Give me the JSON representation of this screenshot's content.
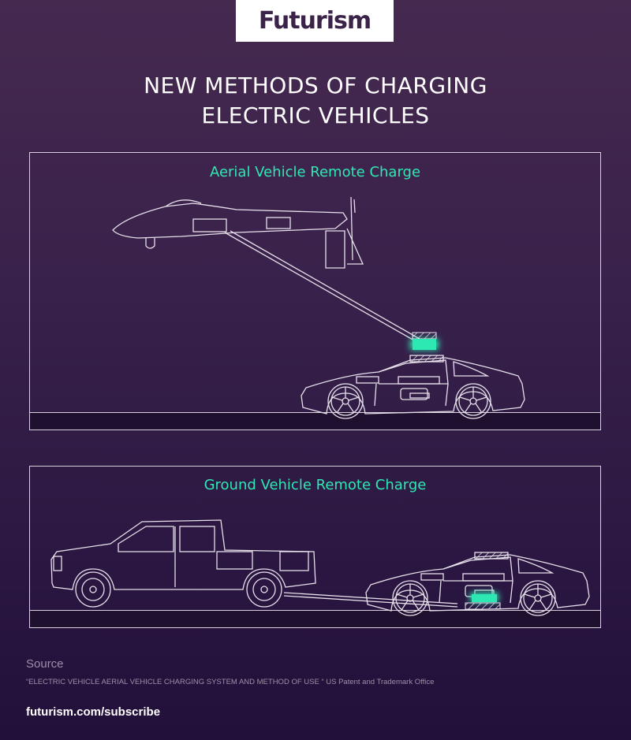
{
  "logo": "Futurism",
  "title_line1": "NEW METHODS OF CHARGING",
  "title_line2": "ELECTRIC VEHICLES",
  "panels": [
    {
      "title": "Aerial Vehicle Remote Charge"
    },
    {
      "title": "Ground Vehicle Remote Charge"
    }
  ],
  "source_heading": "Source",
  "source_text": "“ELECTRIC VEHICLE AERIAL VEHICLE CHARGING SYSTEM AND METHOD OF USE “ US Patent and Trademark Office",
  "subscribe_link": "futurism.com/subscribe",
  "colors": {
    "accent": "#2ee8b4",
    "line": "#e6e0ea"
  }
}
